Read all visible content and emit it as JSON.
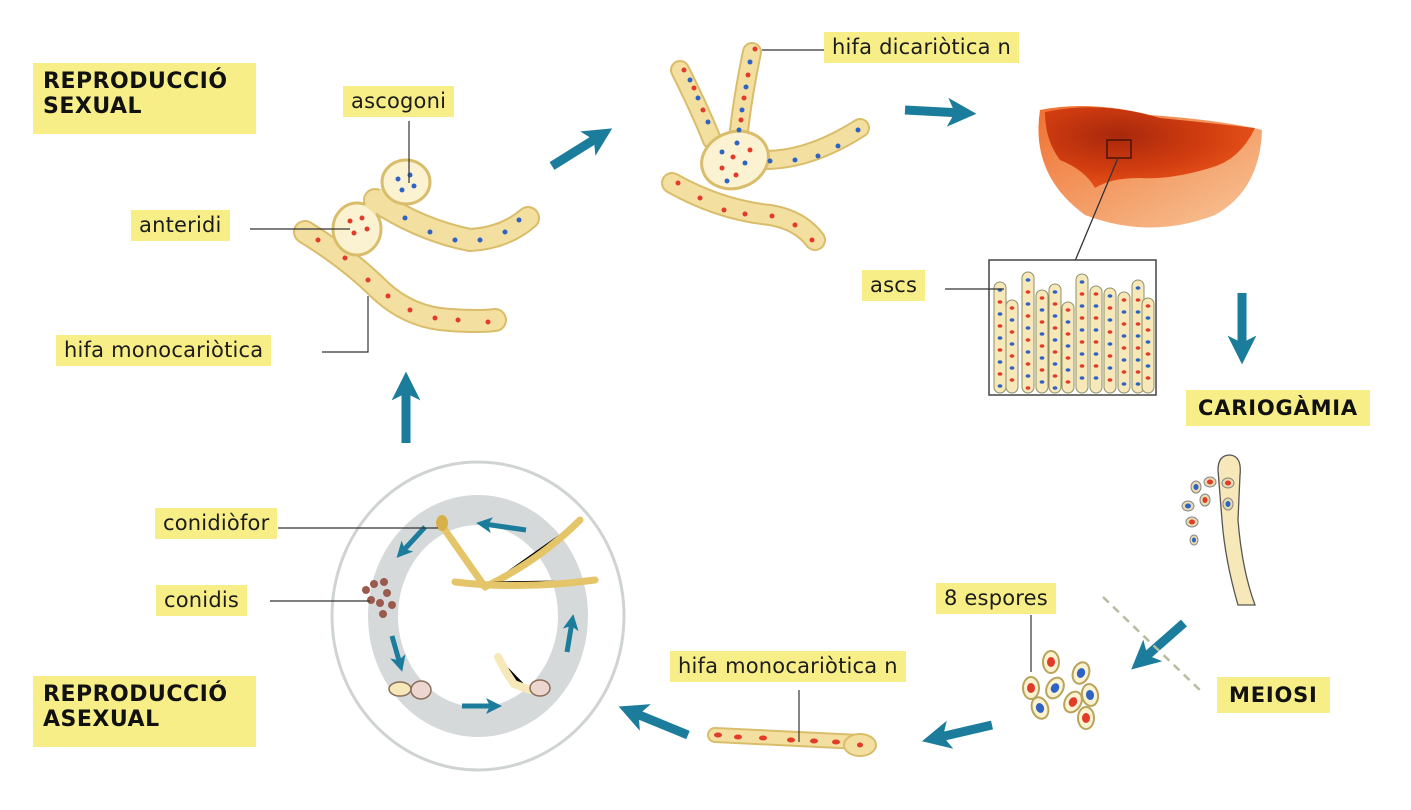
{
  "titles": {
    "sexual": "REPRODUCCIÓ\nSEXUAL",
    "asexual": "REPRODUCCIÓ\nASEXUAL"
  },
  "stages": {
    "karyogamy": "CARIOGÀMIA",
    "meiosis": "MEIOSI"
  },
  "labels": {
    "ascogonium": "ascogoni",
    "antheridium": "anteridi",
    "monokaryotic_hypha": "hifa monocariòtica",
    "dikaryotic_hypha": "hifa dicariòtica n",
    "asci": "ascs",
    "spores": "8 espores",
    "monokaryotic_hypha_n": "hifa monocariòtica n",
    "conidiophore": "conidiòfor",
    "conidia": "conidis"
  },
  "colors": {
    "arrow": "#1b7d9b",
    "label_bg": "#f7ee88",
    "hypha_fill": "#f3dfa0",
    "nucleus_red": "#e33b2a",
    "nucleus_blue": "#2e63c4",
    "ascocarp_outer": "#f0813a",
    "ascocarp_inner": "#b9300e",
    "ring_gray": "#d6d9da"
  }
}
